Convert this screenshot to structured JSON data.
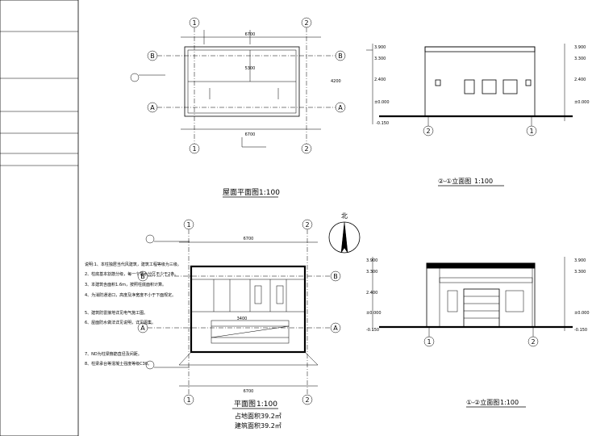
{
  "roof_plan": {
    "title": "屋面平面图",
    "scale": "1:100",
    "dim_total": "6700",
    "dim_depth": "4200",
    "dim_side": "5300"
  },
  "elev_front": {
    "title": "①-②立面图",
    "scale": "1:100"
  },
  "elev_rear": {
    "title": "②-①立面图",
    "scale": "1:100"
  },
  "floor_plan": {
    "title": "平面图",
    "scale": "1:100",
    "area_floor": "占地面积39.2㎡",
    "area_build": "建筑面积39.2㎡",
    "dim_total": "6700",
    "dim_mid": "3400"
  },
  "north": "北",
  "grid": {
    "one": "1",
    "two": "2",
    "a": "A",
    "b": "B"
  },
  "levels": {
    "l3900": "3.900",
    "l3300": "3.300",
    "l2400": "2.400",
    "l0000": "±0.000",
    "lm150": "-0.150"
  },
  "notes": [
    "说明:1、本柱独居当代风建筑，建筑工程等级为三级。",
    "2、柱底基本割筋分级，每一个排水分区不少于2条。",
    "3、本建筑含面积1.6m，按照柱底面积计算。",
    "4、为消防通道口，高度及净宽度不小于下面规定。",
    "5、建筑防雷接地详见电气施工图。",
    "6、屋面防水做法详见说明，详见图集。",
    "7、ND为柱梁箍筋直径及间距。",
    "8、柱梁承台等混凝土强度等级C30。"
  ]
}
